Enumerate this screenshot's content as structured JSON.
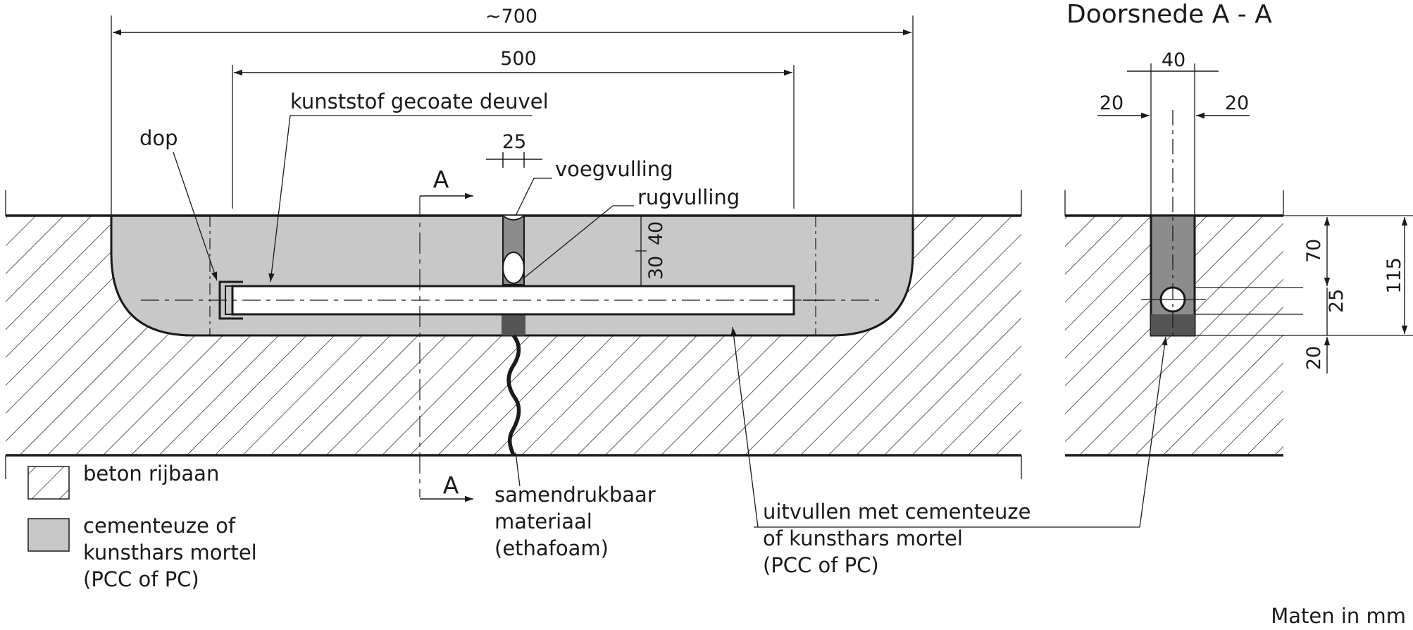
{
  "section_title": "Doorsnede A - A",
  "dimensions": {
    "overall": "~700",
    "dowel": "500",
    "joint": "25",
    "depth_top": "40",
    "depth_dowel": "30",
    "slot_width": "40",
    "side_left": "20",
    "side_right": "20",
    "d70": "70",
    "d25": "25",
    "d20": "20",
    "d115": "115"
  },
  "section_marks": {
    "top": "A",
    "bottom": "A"
  },
  "labels": {
    "dowel": "kunststof gecoate deuvel",
    "cap": "dop",
    "joint_filler": "voegvulling",
    "back_filler": "rugvulling",
    "compressible": [
      "samendrukbaar",
      "materiaal",
      "(ethafoam)"
    ],
    "fill_mortar": [
      "uitvullen met cementeuze",
      "of kunsthars mortel",
      "(PCC of PC)"
    ]
  },
  "legend": {
    "concrete": "beton rijbaan",
    "mortar": [
      "cementeuze of",
      "kunsthars mortel",
      "(PCC of PC)"
    ]
  },
  "units_note": "Maten in mm",
  "colors": {
    "mortar": "#c8c8c8",
    "dark_gray": "#8c8c8c",
    "darker": "#555555",
    "line": "#1a1a1a"
  }
}
